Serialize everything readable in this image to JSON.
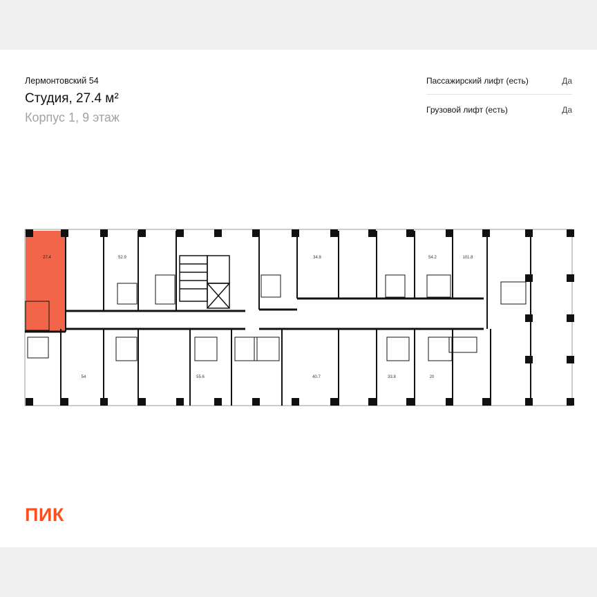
{
  "project_name": "Лермонтовский 54",
  "apartment_title": "Студия, 27.4 м²",
  "location": "Корпус 1, 9 этаж",
  "specs": [
    {
      "label": "Пассажирский лифт (есть)",
      "value": "Да"
    },
    {
      "label": "Грузовой лифт (есть)",
      "value": "Да"
    }
  ],
  "plan": {
    "highlight_color": "#f26548",
    "highlighted_unit": "27.4",
    "unit_labels": [
      "27.4",
      "52.9",
      "34.8",
      "54.2",
      "101.8",
      "54",
      "55.6",
      "40.7",
      "33.8",
      "20"
    ]
  },
  "logo": "ПИК"
}
